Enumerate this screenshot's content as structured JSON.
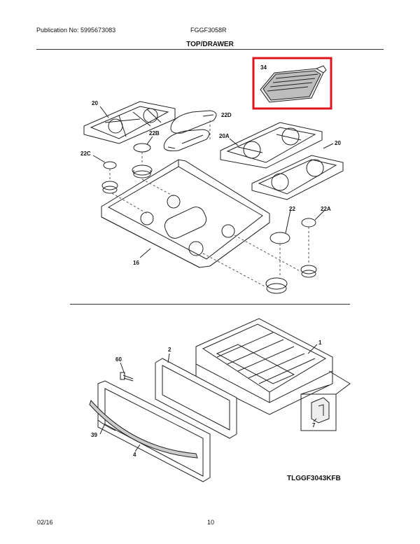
{
  "header": {
    "publication": "Publication No: 5995673083",
    "model": "FGGF3058R"
  },
  "section_title": "TOP/DRAWER",
  "labels": {
    "griddle": "34",
    "grate_left": "20",
    "burner_cap_top": "22D",
    "burner_cap_b": "22B",
    "grate_right_a": "20A",
    "grate_right": "20",
    "burner_cap_c": "22C",
    "burner_cap_22": "22",
    "burner_cap_a": "22A",
    "cooktop": "16",
    "drawer_body": "1",
    "drawer_liner": "2",
    "screw": "60",
    "handle": "39",
    "drawer_front": "4",
    "bracket": "7"
  },
  "highlight_color": "#e0141e",
  "diagram_code": "TLGGF3043KFB",
  "footer": {
    "date": "02/16",
    "page": "10"
  }
}
